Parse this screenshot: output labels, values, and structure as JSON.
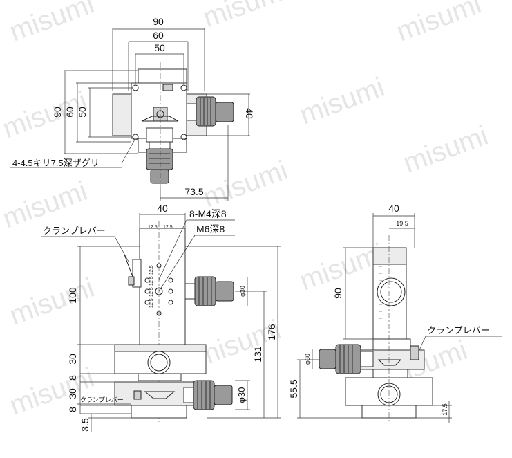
{
  "watermark": "misumi",
  "top_view": {
    "dim_width_90": "90",
    "dim_width_60": "60",
    "dim_width_50": "50",
    "dim_height_90": "90",
    "dim_height_60": "60",
    "dim_height_50": "50",
    "dim_knob_40": "40",
    "dim_73_5": "73.5",
    "hole_note": "4-4.5キリ7.5深ザグリ"
  },
  "front_view": {
    "dim_40": "40",
    "tap_note_1": "8-M4深8",
    "tap_note_2": "M6深8",
    "pitch_12_5": "12.5",
    "clamp_lever_label": "クランプレバー",
    "clamp_lever_label_small": "クランプレバー",
    "dim_100": "100",
    "dim_30_upper": "30",
    "dim_8_upper": "8",
    "dim_30_lower": "30",
    "dim_8_lower": "8",
    "dim_3_5": "3.5",
    "dim_131": "131",
    "dim_176": "176",
    "phi30_upper": "φ30",
    "phi30_lower": "φ30"
  },
  "side_view": {
    "dim_40": "40",
    "dim_19_5": "19.5",
    "dim_90": "90",
    "dim_55_5": "55.5",
    "dim_17_5": "17.5",
    "phi30": "φ30",
    "clamp_lever_label": "クランプレバー"
  }
}
